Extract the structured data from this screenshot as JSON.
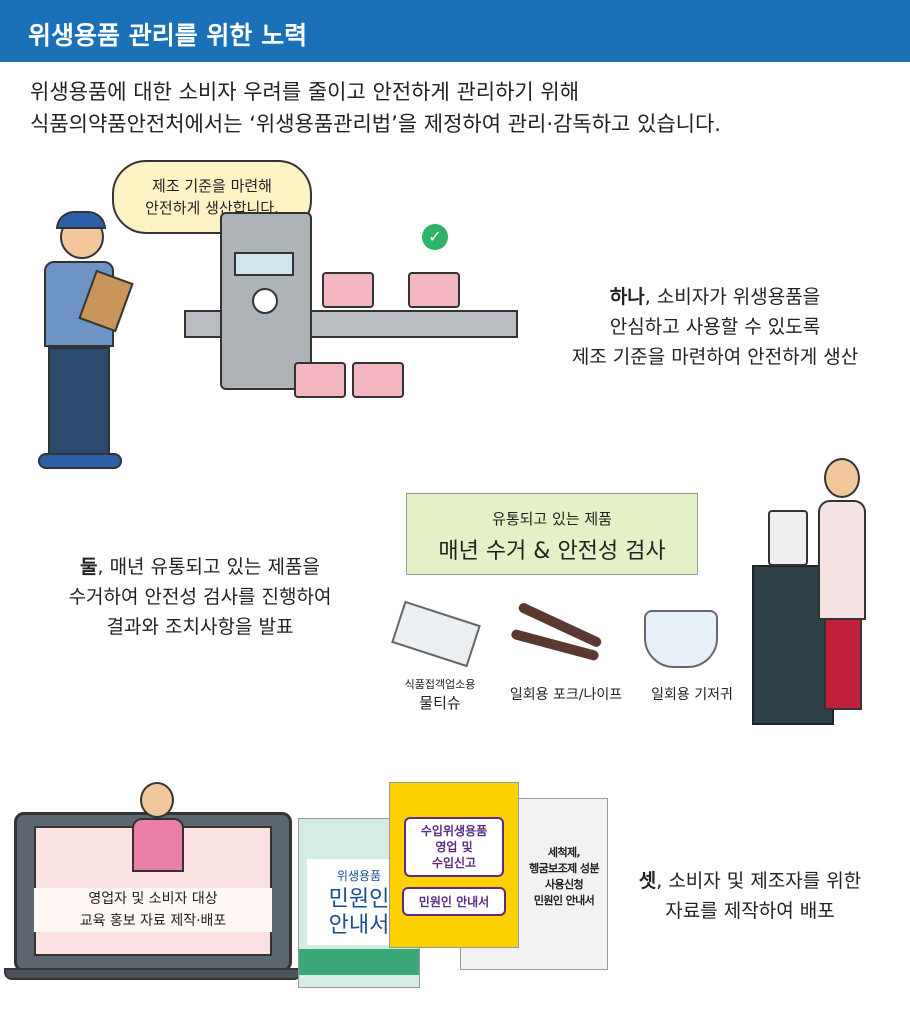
{
  "header": {
    "title": "위생용품 관리를 위한 노력"
  },
  "intro": {
    "line1": "위생용품에 대한 소비자 우려를 줄이고 안전하게 관리하기 위해",
    "line2": "식품의약품안전처에서는 ‘위생용품관리법’을 제정하여 관리·감독하고 있습니다."
  },
  "section1": {
    "bubble1": "제조 기준을 마련해",
    "bubble2": "안전하게 생산합니다.",
    "lead": "하나",
    "line1": ", 소비자가 위생용품을",
    "line2": "안심하고 사용할 수 있도록",
    "line3": "제조 기준을 마련하여 안전하게 생산"
  },
  "section2": {
    "lead": "둘",
    "line1": ", 매년 유통되고 있는 제품을",
    "line2": "수거하여 안전성 검사를 진행하여",
    "line3": "결과와 조치사항을 발표",
    "box_sub": "유통되고 있는 제품",
    "box_title": "매년 수거 & 안전성 검사",
    "items": [
      {
        "small": "식품접객업소용",
        "label": "물티슈"
      },
      {
        "label": "일회용 포크/나이프"
      },
      {
        "label": "일회용 기저귀"
      }
    ]
  },
  "section3": {
    "lead": "셋",
    "line1": ", 소비자 및 제조자를 위한",
    "line2": "자료를 제작하여 배포",
    "laptop1": "영업자 및 소비자 대상",
    "laptop2": "교육 홍보 자료 제작·배포",
    "book1": [
      "위생용품",
      "민원인",
      "안내서"
    ],
    "book2": [
      "수입위생용품",
      "영업 및",
      "수입신고",
      "민원인 안내서"
    ],
    "book3": [
      "세척제,",
      "헹굼보조제 성분",
      "사용신청",
      "민원인 안내서"
    ]
  }
}
